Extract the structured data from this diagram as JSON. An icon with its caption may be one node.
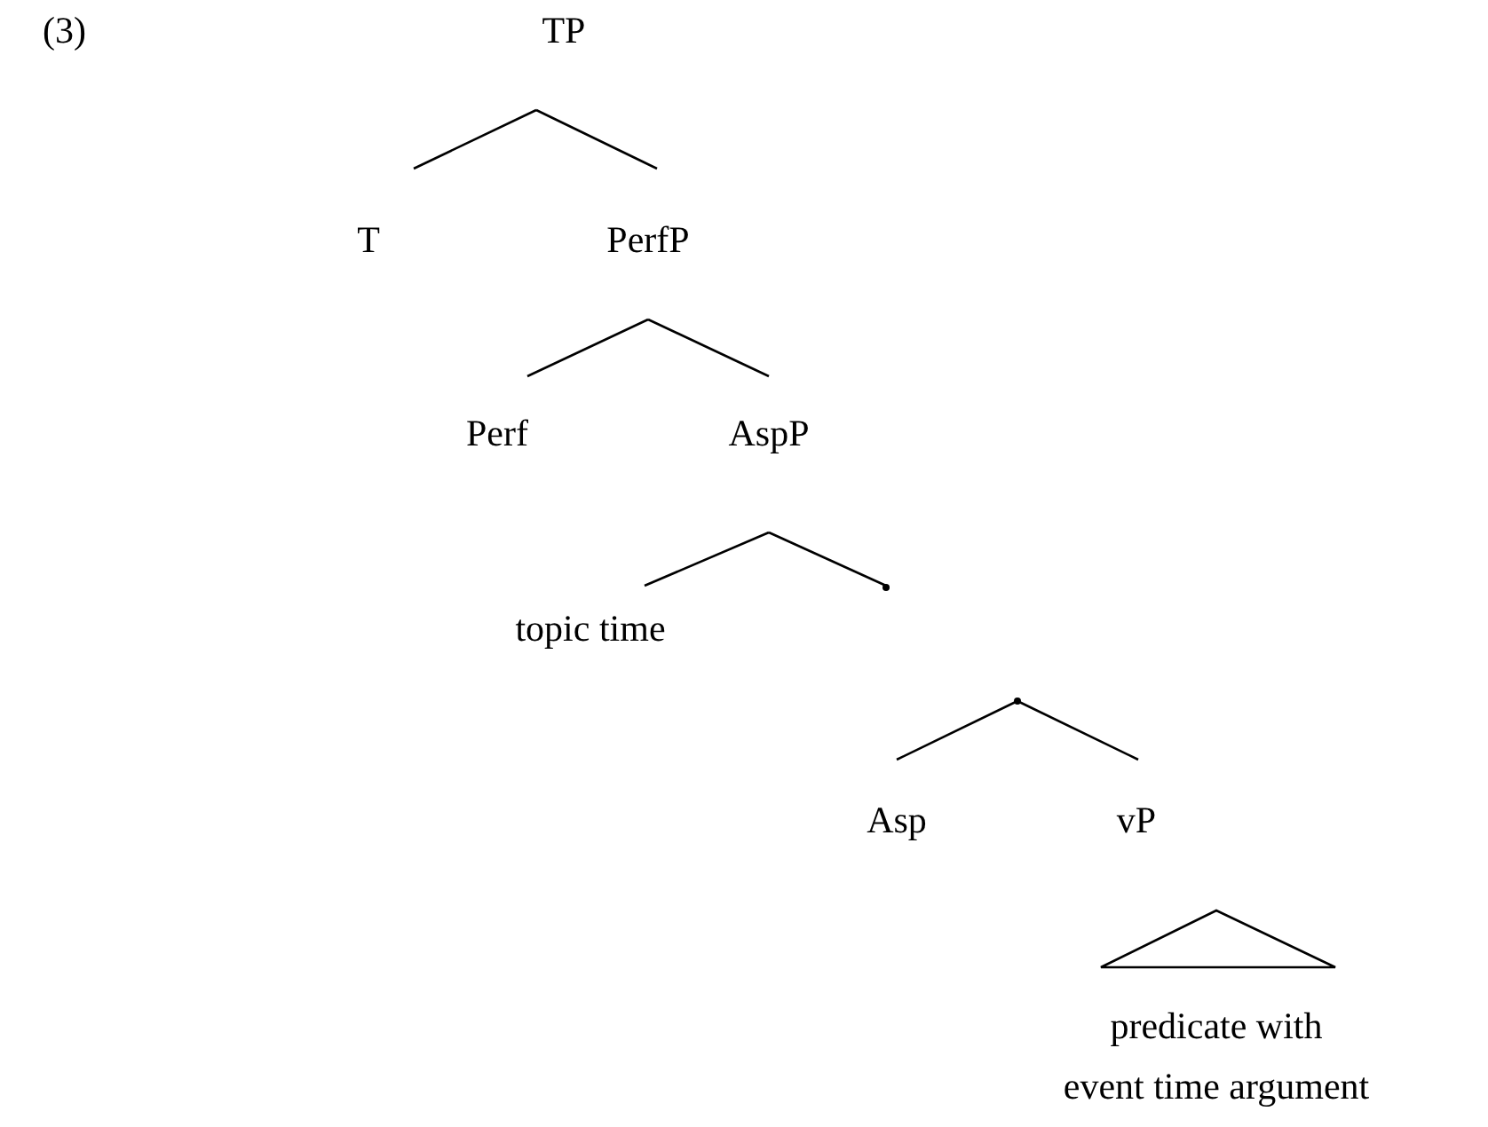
{
  "diagram": {
    "nodes": [
      {
        "text": [
          "TP"
        ]
      },
      {
        "text": [
          "T"
        ]
      },
      {
        "text": [
          "PerfP"
        ]
      },
      {
        "text": [
          "Perf"
        ]
      },
      {
        "text": [
          "AspP"
        ]
      },
      {
        "text": [
          "topic time"
        ]
      },
      {
        "text": [],
        "shape": "point"
      },
      {
        "text": [
          "Asp"
        ]
      },
      {
        "text": [
          "vP"
        ]
      },
      {
        "text": [
          "predicate with event time argument"
        ]
      }
    ],
    "edges": [
      {
        "from": 0,
        "to": 1,
        "arrow": "none"
      },
      {
        "from": 0,
        "to": 2,
        "arrow": "none"
      },
      {
        "from": 2,
        "to": 3,
        "arrow": "none"
      },
      {
        "from": 2,
        "to": 4,
        "arrow": "none"
      },
      {
        "from": 4,
        "to": 5,
        "arrow": "none"
      },
      {
        "from": 4,
        "to": 6,
        "arrow": "none"
      },
      {
        "from": 6,
        "to": 7,
        "arrow": "none"
      },
      {
        "from": 6,
        "to": 8,
        "arrow": "none"
      },
      {
        "from": 8,
        "to": 9,
        "arrow": "none"
      }
    ],
    "labels": [
      "(3)"
    ]
  }
}
